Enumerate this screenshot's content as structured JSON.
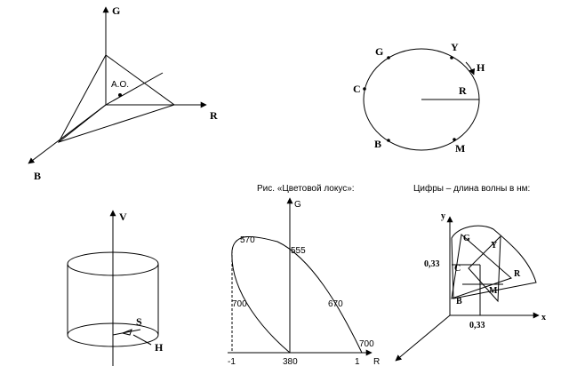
{
  "rgb_cube": {
    "axis_g": "G",
    "axis_r": "R",
    "axis_b": "B",
    "point": "A.O."
  },
  "hue_circle": {
    "g": "G",
    "y": "Y",
    "h": "H",
    "c": "C",
    "r": "R",
    "b": "B",
    "m": "M"
  },
  "captions": {
    "locus": "Рис. «Цветовой локус»:",
    "wavelength": "Цифры – длина волны в нм:"
  },
  "hsv_cylinder": {
    "v": "V",
    "s": "S",
    "h": "H"
  },
  "locus": {
    "axis_g": "G",
    "axis_r": "R",
    "w570": "570",
    "w555": "555",
    "w700_left": "700",
    "w670": "670",
    "w700_right": "700",
    "tick_m1": "-1",
    "tick_380": "380",
    "tick_1": "1"
  },
  "xy_chart": {
    "axis_y": "y",
    "axis_x": "x",
    "tick_y": "0,33",
    "tick_x": "0,33",
    "g": "G",
    "y": "Y",
    "c": "C",
    "r": "R",
    "m": "M",
    "b": "B"
  }
}
